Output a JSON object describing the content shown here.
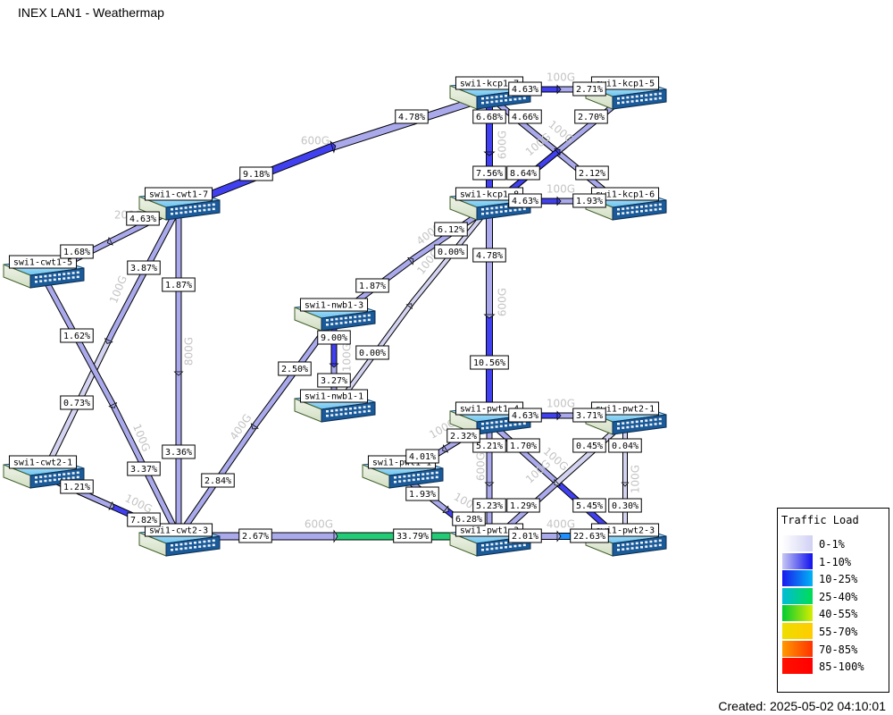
{
  "title": "INEX LAN1 - Weathermap",
  "created": "Created: 2025-05-02 04:10:01",
  "colors": {
    "c0": "#d4d4f2",
    "c1": "#a9a9ec",
    "c2": "#4040f0",
    "c3": "#22cc77",
    "c4": "#1e90ff"
  },
  "legend": {
    "title": "Traffic Load",
    "items": [
      {
        "label": "0-1%",
        "colors": [
          "#ffffff",
          "#d0d0f4"
        ]
      },
      {
        "label": "1-10%",
        "colors": [
          "#c8c8f4",
          "#1010ee"
        ]
      },
      {
        "label": "10-25%",
        "colors": [
          "#1a1aee",
          "#00b4f4"
        ]
      },
      {
        "label": "25-40%",
        "colors": [
          "#00bcd8",
          "#00dd55"
        ]
      },
      {
        "label": "40-55%",
        "colors": [
          "#00cc33",
          "#d8ec00"
        ]
      },
      {
        "label": "55-70%",
        "colors": [
          "#eedd00",
          "#ffcc00"
        ]
      },
      {
        "label": "70-85%",
        "colors": [
          "#ff9900",
          "#ff3300"
        ]
      },
      {
        "label": "85-100%",
        "colors": [
          "#ff1100",
          "#ff0000"
        ]
      }
    ]
  },
  "nodes": [
    {
      "id": "kcp1-7",
      "label": "swi1-kcp1-7"
    },
    {
      "id": "kcp1-5",
      "label": "swi1-kcp1-5"
    },
    {
      "id": "kcp1-8",
      "label": "swi1-kcp1-8"
    },
    {
      "id": "kcp1-6",
      "label": "swi1-kcp1-6"
    },
    {
      "id": "cwt1-7",
      "label": "swi1-cwt1-7"
    },
    {
      "id": "cwt1-5",
      "label": "swi1-cwt1-5"
    },
    {
      "id": "nwb1-3",
      "label": "swi1-nwb1-3"
    },
    {
      "id": "nwb1-1",
      "label": "swi1-nwb1-1"
    },
    {
      "id": "cwt2-1",
      "label": "swi1-cwt2-1"
    },
    {
      "id": "cwt2-3",
      "label": "swi1-cwt2-3"
    },
    {
      "id": "pwt1-4",
      "label": "swi1-pwt1-4"
    },
    {
      "id": "pwt2-1",
      "label": "swi1-pwt2-1"
    },
    {
      "id": "pwt1-1",
      "label": "swi1-pwt1-1"
    },
    {
      "id": "pwt1-3",
      "label": "swi1-pwt1-3"
    },
    {
      "id": "pwt2-3",
      "label": "swi1-pwt2-3"
    }
  ],
  "links": [
    {
      "id": "cwt1-7_kcp1-7",
      "bw": "600G",
      "colors": [
        "c2",
        "c1"
      ],
      "labels": [
        "9.18%",
        "4.78%"
      ]
    },
    {
      "id": "cwt2-3_pwt1-3",
      "bw": "600G",
      "colors": [
        "c1",
        "c3"
      ],
      "labels": [
        "2.67%",
        "33.79%"
      ]
    },
    {
      "id": "cwt1-7_cwt1-5",
      "bw": "200G",
      "colors": [
        "c1",
        "c1"
      ],
      "labels": [
        "4.63%",
        "1.68%"
      ]
    },
    {
      "id": "cwt1-7_cwt2-3",
      "bw": "800G",
      "colors": [
        "c1",
        "c1"
      ],
      "labels": [
        "1.87%",
        "3.36%"
      ]
    },
    {
      "id": "cwt1-7_cwt2-1",
      "bw": "100G",
      "colors": [
        "c1",
        "c0"
      ],
      "labels": [
        "3.87%",
        "0.73%"
      ]
    },
    {
      "id": "cwt1-5_cwt2-3",
      "bw": "100G",
      "colors": [
        "c1",
        "c1"
      ],
      "labels": [
        "1.62%",
        "3.37%"
      ]
    },
    {
      "id": "cwt2-1_cwt2-3",
      "bw": "100G",
      "colors": [
        "c1",
        "c2"
      ],
      "labels": [
        "1.21%",
        "7.82%"
      ]
    },
    {
      "id": "nwb1-3_kcp1-8",
      "bw": "400G",
      "colors": [
        "c1",
        "c1"
      ],
      "labels": [
        "1.87%",
        "6.12%"
      ]
    },
    {
      "id": "nwb1-1_kcp1-8",
      "bw": "100G",
      "colors": [
        "c0",
        "c0"
      ],
      "labels": [
        "0.00%",
        "0.00%"
      ]
    },
    {
      "id": "nwb1-3_nwb1-1",
      "bw": "100G",
      "colors": [
        "c2",
        "c1"
      ],
      "labels": [
        "9.00%",
        "3.27%"
      ]
    },
    {
      "id": "nwb1-3_cwt2-3",
      "bw": "400G",
      "colors": [
        "c1",
        "c1"
      ],
      "labels": [
        "2.50%",
        "2.84%"
      ]
    },
    {
      "id": "kcp1-7_kcp1-5",
      "bw": "100G",
      "colors": [
        "c2",
        "c1"
      ],
      "labels": [
        "4.63%",
        "2.71%"
      ]
    },
    {
      "id": "kcp1-8_kcp1-6",
      "bw": "100G",
      "colors": [
        "c2",
        "c1"
      ],
      "labels": [
        "4.63%",
        "1.93%"
      ]
    },
    {
      "id": "kcp1-7_kcp1-8",
      "bw": "600G",
      "colors": [
        "c2",
        "c2"
      ],
      "labels": [
        "6.68%",
        "7.56%"
      ]
    },
    {
      "id": "kcp1-7_kcp1-6",
      "bw": "100G",
      "colors": [
        "c1",
        "c1"
      ],
      "labels": [
        "4.66%",
        "2.12%"
      ]
    },
    {
      "id": "kcp1-8_kcp1-5",
      "bw": "100G",
      "colors": [
        "c2",
        "c1"
      ],
      "labels": [
        "8.64%",
        "2.70%"
      ]
    },
    {
      "id": "kcp1-8_pwt1-4",
      "bw": "600G",
      "colors": [
        "c1",
        "c2"
      ],
      "labels": [
        "4.78%",
        "10.56%"
      ]
    },
    {
      "id": "pwt1-4_pwt2-1",
      "bw": "100G",
      "colors": [
        "c2",
        "c1"
      ],
      "labels": [
        "4.63%",
        "3.71%"
      ]
    },
    {
      "id": "pwt1-4_pwt1-3",
      "bw": "600G",
      "colors": [
        "c1",
        "c1"
      ],
      "labels": [
        "5.21%",
        "5.23%"
      ]
    },
    {
      "id": "pwt1-4_pwt1-1",
      "bw": "100G",
      "colors": [
        "c1",
        "c1"
      ],
      "labels": [
        "2.32%",
        "4.01%"
      ]
    },
    {
      "id": "pwt1-4_pwt2-3",
      "bw": "100G",
      "colors": [
        "c1",
        "c2"
      ],
      "labels": [
        "1.70%",
        "5.45%"
      ]
    },
    {
      "id": "pwt2-1_pwt1-3",
      "bw": "100G",
      "colors": [
        "c0",
        "c1"
      ],
      "labels": [
        "0.45%",
        "1.29%"
      ]
    },
    {
      "id": "pwt2-1_pwt2-3",
      "bw": "100G",
      "colors": [
        "c0",
        "c0"
      ],
      "labels": [
        "0.04%",
        "0.30%"
      ]
    },
    {
      "id": "pwt1-1_pwt1-3",
      "bw": "100G",
      "colors": [
        "c1",
        "c2"
      ],
      "labels": [
        "1.93%",
        "6.28%"
      ]
    },
    {
      "id": "pwt1-3_pwt2-3",
      "bw": "400G",
      "colors": [
        "c1",
        "c4"
      ],
      "labels": [
        "2.01%",
        "22.63%"
      ]
    }
  ]
}
